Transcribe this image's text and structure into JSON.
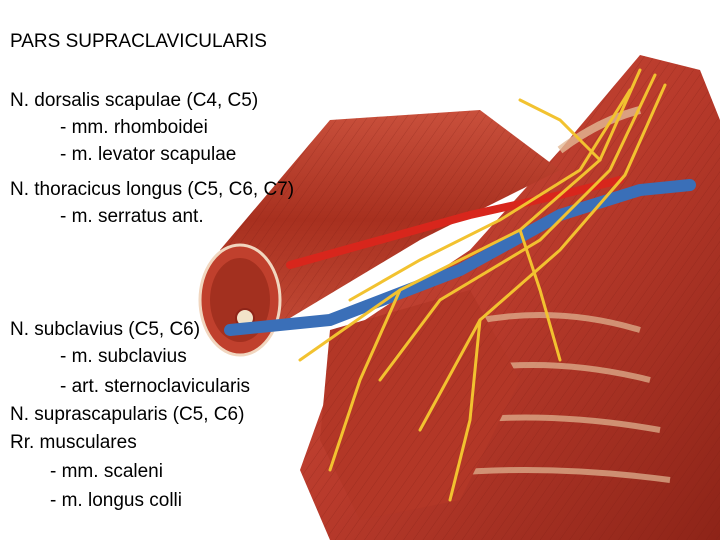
{
  "slide": {
    "title": "PARS SUPRACLAVICULARIS",
    "lines_upper": [
      {
        "text": "N. dorsalis scapulae (C4, C5)",
        "indent": false
      },
      {
        "text": "- mm. rhomboidei",
        "indent": true
      },
      {
        "text": "- m. levator scapulae",
        "indent": true
      },
      {
        "text": "N. thoracicus longus (C5, C6, C7)",
        "indent": false
      },
      {
        "text": "- m. serratus ant.",
        "indent": true
      }
    ],
    "lines_lower": [
      {
        "text": "N. subclavius (C5, C6)",
        "indent": false
      },
      {
        "text": "- m. subclavius",
        "indent": true
      },
      {
        "text": "- art. sternoclavicularis",
        "indent": true
      },
      {
        "text": "N. suprascapularis (C5, C6)",
        "indent": false
      },
      {
        "text": "Rr. musculares",
        "indent": false
      },
      {
        "text": "- mm. scaleni",
        "indent": true
      },
      {
        "text": "- m. longus colli",
        "indent": true
      }
    ]
  },
  "colors": {
    "muscle": "#b83a2b",
    "muscle_dark": "#8e2418",
    "muscle_light": "#d9604a",
    "tendon": "#e8c9a8",
    "artery": "#d8261c",
    "vein": "#3a6fb8",
    "nerve": "#f2c230",
    "text": "#000000"
  }
}
